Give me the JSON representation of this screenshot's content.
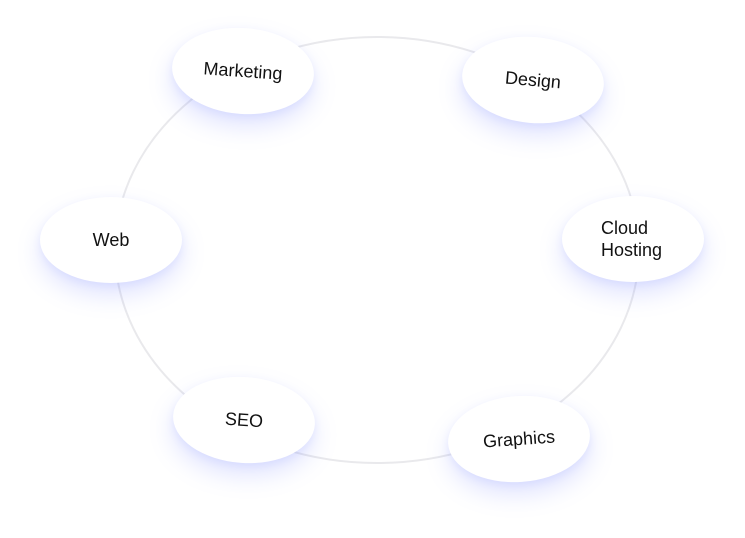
{
  "diagram": {
    "ring_color": "#e9e9ec",
    "node_shadow_color": "#7080ff",
    "nodes": [
      {
        "id": "marketing",
        "label": "Marketing"
      },
      {
        "id": "design",
        "label": "Design"
      },
      {
        "id": "web",
        "label": "Web"
      },
      {
        "id": "cloud",
        "label": "Cloud Hosting"
      },
      {
        "id": "seo",
        "label": "SEO"
      },
      {
        "id": "graphics",
        "label": "Graphics"
      }
    ]
  }
}
